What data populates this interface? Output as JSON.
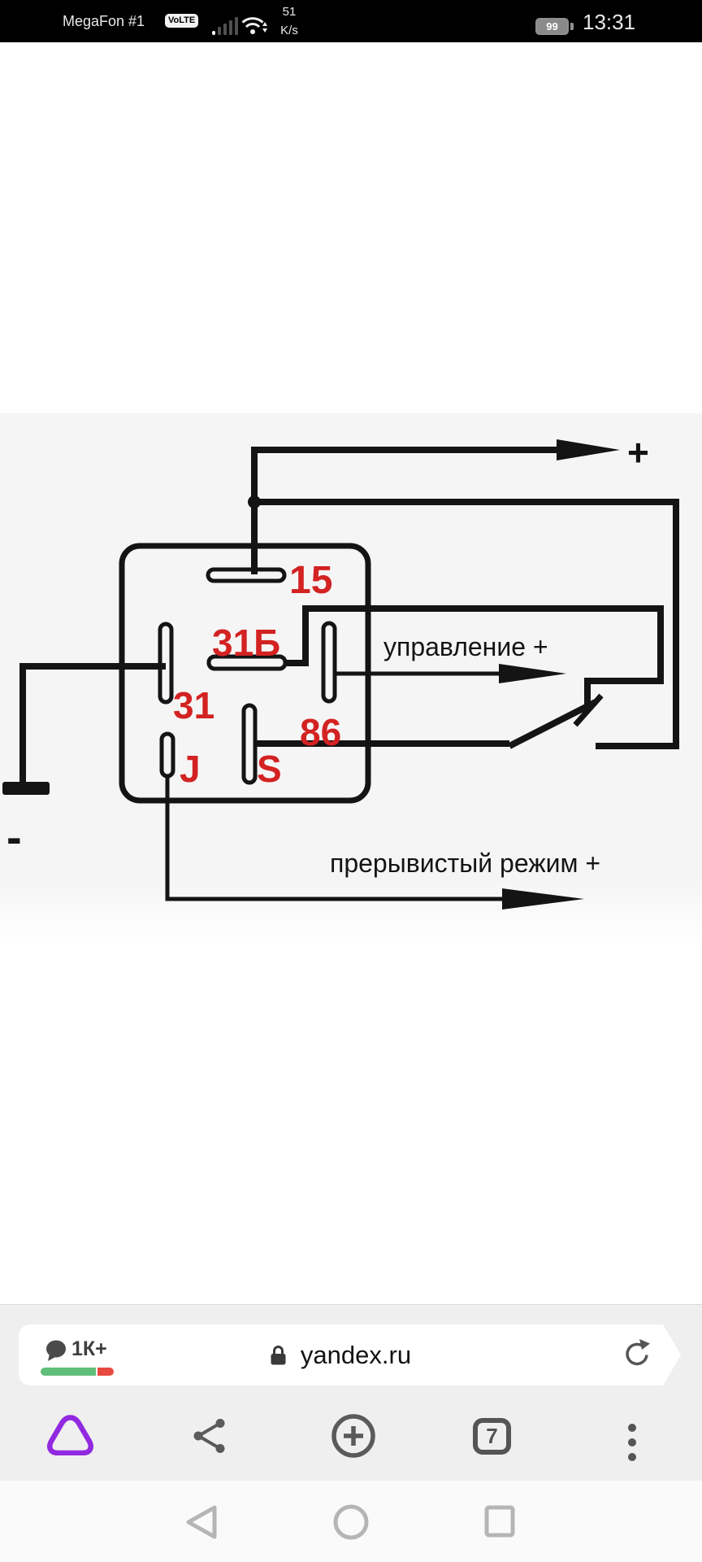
{
  "status_bar": {
    "carrier": "MegaFon #1",
    "volte": "VoLTE",
    "speed_value": "51",
    "speed_unit": "K/s",
    "battery_percent": "99",
    "time": "13:31"
  },
  "diagram": {
    "pin_15": "15",
    "pin_31b": "31Б",
    "pin_31": "31",
    "pin_86": "86",
    "pin_j": "J",
    "pin_s": "S",
    "plus_terminal": "+",
    "minus_terminal": "-",
    "control_label": "управление +",
    "intermittent_label": "прерывистый режим +",
    "pin_label_color": "#d32222",
    "wire_color": "#141414"
  },
  "browser": {
    "comments_count": "1К+",
    "url": "yandex.ru",
    "tabs_count": "7",
    "logo_color": "#9229e0",
    "rating_green": "#5fbe79",
    "rating_red": "#e8493f"
  }
}
